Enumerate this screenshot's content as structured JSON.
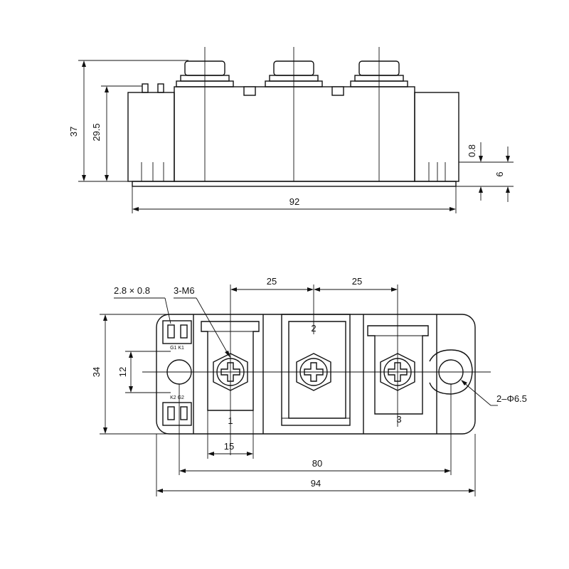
{
  "side_view": {
    "dims": {
      "height_total": "37",
      "height_body": "29.5",
      "base_thickness": "0.8",
      "terminal_offset": "6",
      "width": "92"
    }
  },
  "top_view": {
    "dims": {
      "spacing_left": "25",
      "spacing_right": "25",
      "height": "34",
      "hole_height": "12",
      "terminal_width": "15",
      "hole_pitch": "80",
      "length": "94"
    },
    "callouts": {
      "gate_pin_size": "2.8 × 0.8",
      "screw_spec": "3-M6",
      "mount_hole": "2–Φ6.5"
    },
    "terminal_labels": [
      "1",
      "2",
      "3"
    ],
    "gate_labels": {
      "top": "G1 K1",
      "bottom": "K2 G2"
    }
  }
}
